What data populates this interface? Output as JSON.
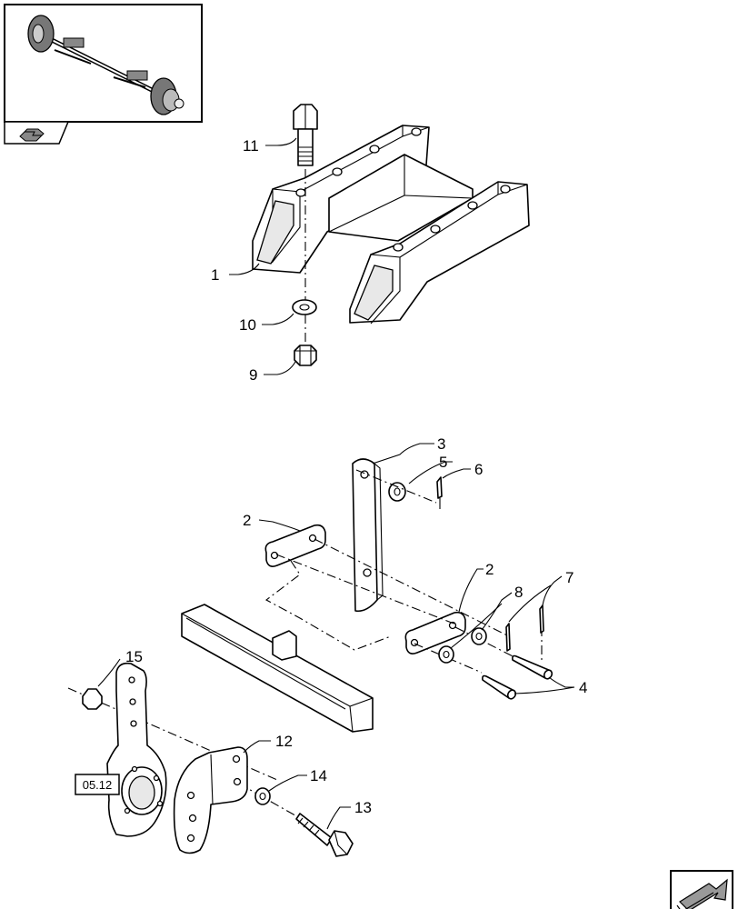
{
  "page": {
    "title": ""
  },
  "thumbnail": {
    "icon": "axle-assembly-thumbnail",
    "nav_icon": "previous-page-icon"
  },
  "reference_box": {
    "label": "05.12"
  },
  "nav": {
    "next_icon": "next-page-arrow-icon"
  },
  "callouts": {
    "c1": "1",
    "c2a": "2",
    "c2b": "2",
    "c3": "3",
    "c4": "4",
    "c5": "5",
    "c6": "6",
    "c7": "7",
    "c8": "8",
    "c9": "9",
    "c10": "10",
    "c11": "11",
    "c12": "12",
    "c13": "13",
    "c14": "14",
    "c15": "15"
  }
}
